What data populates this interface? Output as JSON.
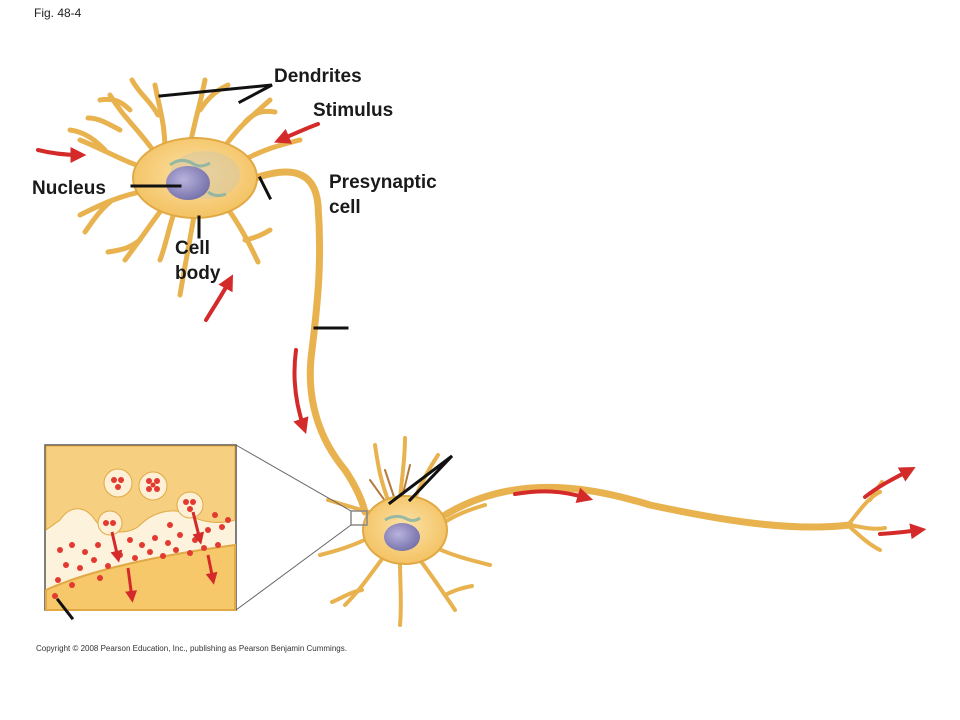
{
  "figure": {
    "number_label": "Fig. 48-4"
  },
  "labels": {
    "dendrites": "Dendrites",
    "stimulus": "Stimulus",
    "presynaptic_line1": "Presynaptic",
    "presynaptic_line2": "cell",
    "nucleus": "Nucleus",
    "cell_body_line1": "Cell",
    "cell_body_line2": "body"
  },
  "footer": {
    "copyright": "Copyright © 2008 Pearson Education, Inc., publishing as Pearson Benjamin Cummings."
  },
  "colors": {
    "neuron_fill": "#f6c86a",
    "neuron_stroke": "#d9a544",
    "nucleus": "#8c86b8",
    "arrow": "#d42a2a",
    "vesicle": "#e23a30",
    "leader_line": "#111111"
  }
}
